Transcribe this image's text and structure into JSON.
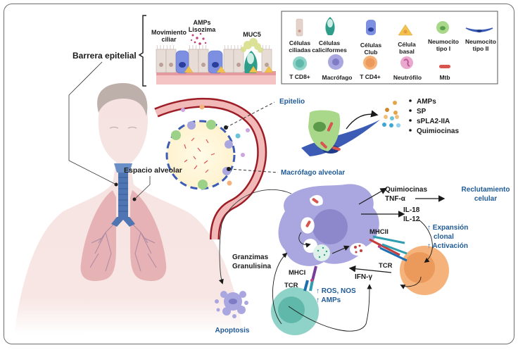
{
  "labels": {
    "barrera_epitelial": "Barrera epitelial",
    "movimiento_ciliar_1": "Movimiento",
    "movimiento_ciliar_2": "ciliar",
    "amps_1": "AMPs",
    "amps_2": "Lisozima",
    "muc5": "MUC5",
    "espacio_alveolar": "Espacio alveolar",
    "epitelio": "Epitelio",
    "macrofago_alveolar": "Macrófago alveolar",
    "secretions": [
      "AMPs",
      "SP",
      "sPLA2-IIA",
      "Quimiocinas"
    ],
    "quimiocinas": "Quimiocinas",
    "tnf": "TNF-α",
    "reclutamiento_1": "Reclutamiento",
    "reclutamiento_2": "celular",
    "il18": "IL-18",
    "il12": "IL-12",
    "expansion_1": "↑ Expansión",
    "expansion_2": "clonal",
    "activacion": "↑ Activación",
    "mhcii": "MHCII",
    "tcr_cd4": "TCR",
    "mhci": "MHCI",
    "tcr_cd8": "TCR",
    "ifn": "IFN-γ",
    "ros": "↑ ROS, NOS",
    "amps_up": "↑ AMPs",
    "granzimas": "Granzimas",
    "granulisina": "Granulisina",
    "apoptosis": "Apoptosis"
  },
  "legend": {
    "row1": [
      {
        "icon": "ciliated-cell",
        "line1": "Células",
        "line2": "ciliadas"
      },
      {
        "icon": "goblet-cell",
        "line1": "Células",
        "line2": "caliciformes"
      },
      {
        "icon": "club-cell",
        "line1": "Células",
        "line2": "Club"
      },
      {
        "icon": "basal-cell",
        "line1": "Célula",
        "line2": "basal"
      },
      {
        "icon": "pneumocyte-type-1",
        "line1": "Neumocito",
        "line2": "tipo I"
      },
      {
        "icon": "pneumocyte-type-2",
        "line1": "Neumocito",
        "line2": "tipo II"
      }
    ],
    "row2": [
      {
        "icon": "cd8-t-cell",
        "label": "T CD8+"
      },
      {
        "icon": "macrophage",
        "label": "Macrófago"
      },
      {
        "icon": "cd4-t-cell",
        "label": "T CD4+"
      },
      {
        "icon": "neutrophil",
        "label": "Neutrófilo"
      },
      {
        "icon": "mtb-bacterium",
        "label": "Mtb"
      }
    ]
  },
  "colors": {
    "text_blue": "#1f5a96",
    "macrophage": "#a9a6e0",
    "cd8": "#8fd3c8",
    "cd4": "#f5b27a",
    "trachea": "#4f76b3",
    "lung": "#e3a9ad",
    "mtb": "#d9534f",
    "vessel": "#b8232c"
  }
}
